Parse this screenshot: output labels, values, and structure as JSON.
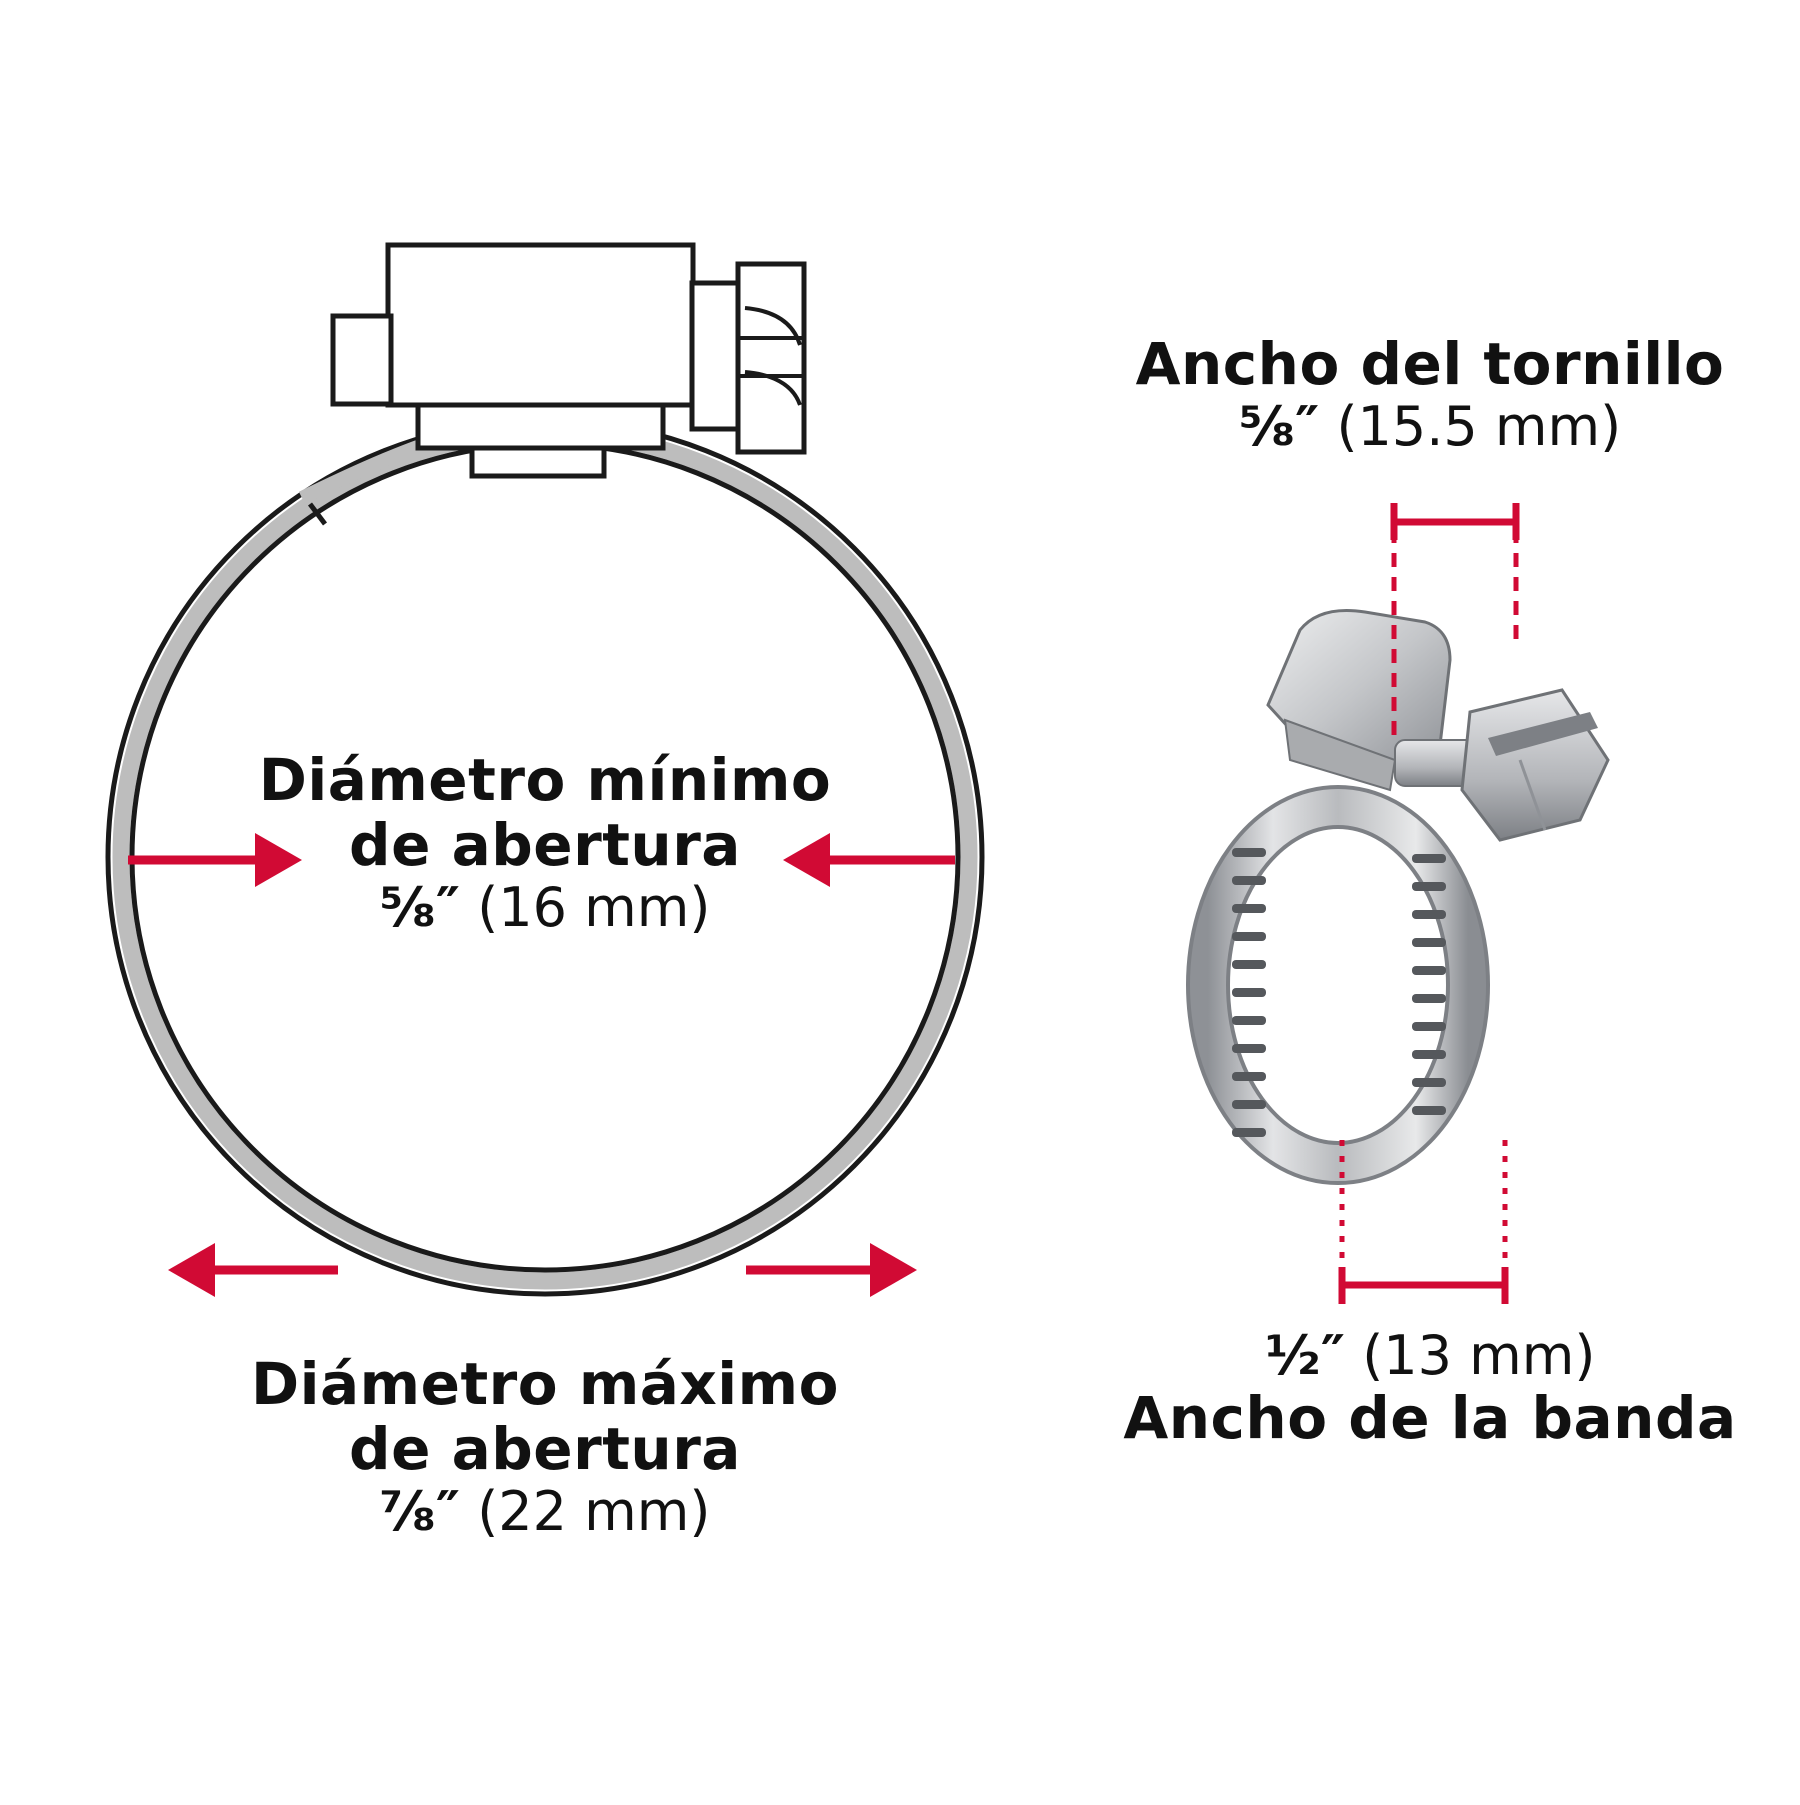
{
  "colors": {
    "accent_red": "#d10a34",
    "outline": "#1a1a1a",
    "band_gray": "#bdbdbd",
    "metal_light": "#d9dadc",
    "metal_mid": "#a9abae",
    "metal_dark": "#6f7276"
  },
  "icons": {
    "clamp_drawing": "hose-clamp-outline-icon",
    "clamp_photo": "hose-clamp-photo-icon"
  },
  "left": {
    "min_title_line1": "Diámetro mínimo",
    "min_title_line2": "de abertura",
    "min_frac": "⁵⁄₈″",
    "min_value": "(16 mm)",
    "max_title_line1": "Diámetro máximo",
    "max_title_line2": "de abertura",
    "max_frac": "⁷⁄₈″",
    "max_value": "(22 mm)"
  },
  "right": {
    "screw_title": "Ancho del tornillo",
    "screw_frac": "⁵⁄₈″",
    "screw_value": "(15.5 mm)",
    "band_frac": "¹⁄₂″",
    "band_value": "(13 mm)",
    "band_title": "Ancho de la banda"
  }
}
